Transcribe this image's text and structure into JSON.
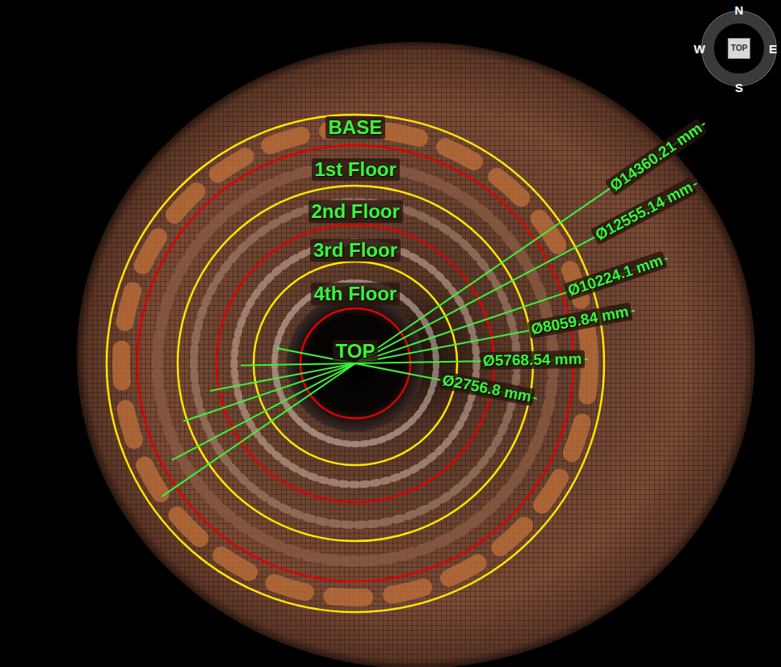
{
  "diagram": {
    "labels": [
      "BASE",
      "1st Floor",
      "2nd Floor",
      "3rd Floor",
      "4th Floor",
      "TOP",
      "Ø14360.21 mm",
      "Ø12555.14 mm",
      "Ø10224.1 mm",
      "Ø8059.84 mm",
      "Ø5768.54 mm",
      "Ø2756.8 mm",
      "N",
      "S",
      "W",
      "E",
      "TOP"
    ]
  }
}
